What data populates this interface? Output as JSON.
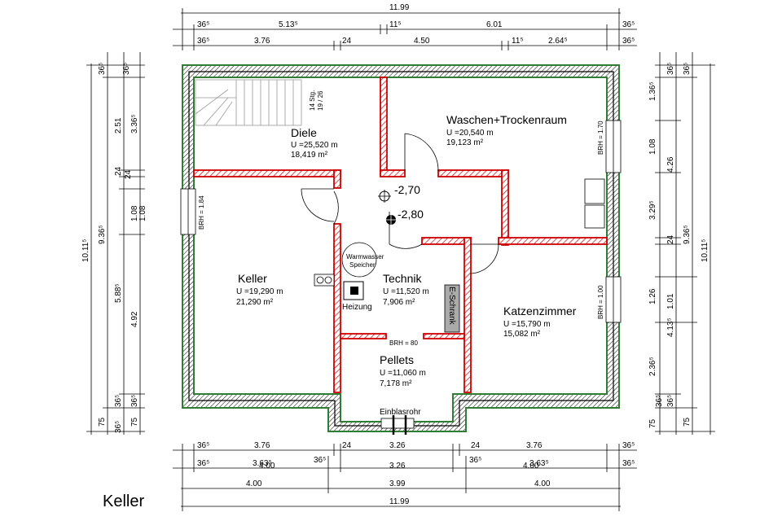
{
  "plan_title": "Keller",
  "rooms": {
    "diele": {
      "name": "Diele",
      "perimeter": "U =25,520 m",
      "area": "18,419 m²"
    },
    "waschen": {
      "name": "Waschen+Trockenraum",
      "perimeter": "U =20,540 m",
      "area": "19,123 m²"
    },
    "keller": {
      "name": "Keller",
      "perimeter": "U =19,290 m",
      "area": "21,290 m²"
    },
    "technik": {
      "name": "Technik",
      "perimeter": "U =11,520 m",
      "area": "7,906 m²"
    },
    "katzenzimmer": {
      "name": "Katzenzimmer",
      "perimeter": "U =15,790 m",
      "area": "15,082 m²"
    },
    "pellets": {
      "name": "Pellets",
      "perimeter": "U =11,060 m",
      "area": "7,178 m²"
    }
  },
  "levels": {
    "upper": "-2,70",
    "lower": "-2,80"
  },
  "labels": {
    "stairs": "14 Stg.",
    "stairs_ratio": "19 / 26",
    "heizung": "Heizung",
    "speicher_1": "Warmwasser",
    "speicher_2": "Speicher",
    "e_schrank": "E-Schrank",
    "einblasrohr": "Einblasrohr",
    "brh_80": "BRH = 80",
    "brh_184": "BRH = 1.84",
    "brh_170": "BRH = 1.70",
    "brh_100": "BRH = 1.00"
  },
  "dims_top": {
    "total": "11.99",
    "r1": [
      "36⁵",
      "5.13⁵",
      "11⁵",
      "6.01",
      "36⁵"
    ],
    "r2": [
      "36⁵",
      "3.76",
      "24",
      "4.50",
      "11⁵",
      "2.64⁵",
      "36⁵"
    ]
  },
  "dims_bottom": {
    "r1": [
      "36⁵",
      "3.76",
      "24",
      "3.26",
      "24",
      "3.76",
      "36⁵"
    ],
    "r2": [
      "36⁵",
      "3.63⁵",
      "4.00",
      "36⁵",
      "3.26",
      "36⁵",
      "4.00",
      "3.63⁵",
      "36⁵"
    ],
    "r3": [
      "4.00",
      "3.99",
      "4.00"
    ],
    "total": "11.99"
  },
  "dims_left": {
    "total": "10.11⁵",
    "c2": [
      "36⁵",
      "9.36⁵",
      "75"
    ],
    "c3": [
      "2.51",
      "24",
      "1.08",
      "5.88⁵",
      "36⁵",
      "36⁵"
    ],
    "c4": [
      "36⁵",
      "3.36⁵",
      "24",
      "1.08",
      "4.92",
      "36⁵",
      "75"
    ]
  },
  "dims_right": {
    "total": "10.11⁵",
    "c2": [
      "36⁵",
      "9.36⁵",
      "75"
    ],
    "c3": [
      "1.36⁵",
      "1.08",
      "3.29⁵",
      "24",
      "1.26",
      "2.36⁵",
      "36⁵",
      "75"
    ],
    "c4": [
      "36⁵",
      "4.26",
      "1.01",
      "4.13⁵",
      "36⁵"
    ]
  }
}
